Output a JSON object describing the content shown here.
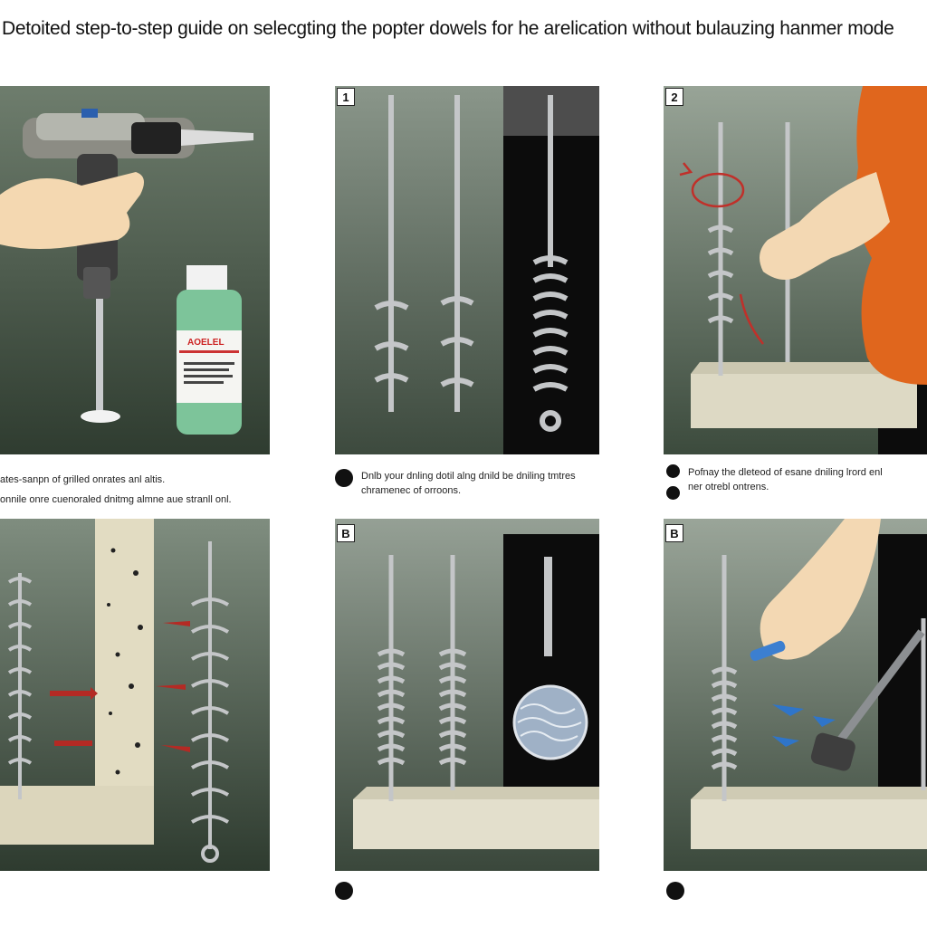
{
  "title": "Detoited step-to-step  guide on  selecgting the popter dowels for he arelication without bulauzing hanmer mode",
  "panels": [
    {
      "step_label": ""
    },
    {
      "step_label": "1"
    },
    {
      "step_label": "2"
    },
    {
      "step_label": ""
    },
    {
      "step_label": "B"
    },
    {
      "step_label": "B"
    }
  ],
  "captions": {
    "row1_left_line1": "ates-sanpn of grilled onrates anl altis.",
    "row1_left_line2": "onnile onre cuenoraled dnitmg almne aue stranll onl.",
    "row1_mid_line1": "Dnlb your dnling dotil alng dnild be dniling tmtres",
    "row1_mid_line2": "chramenec of orroons.",
    "row1_right_line1": "Pofnay the dleteod of esane dniling lrord enl",
    "row1_right_line2": "ner otrebl ontrens."
  },
  "bottle_label": "AOELEL",
  "colors": {
    "panel_bg": "#3c4a3d",
    "dowel": "#c4c6c8",
    "concrete": "#e3dfcc",
    "shirt": "#e0661d",
    "skin": "#f3d8b3",
    "bottle": "#7dc49a"
  }
}
